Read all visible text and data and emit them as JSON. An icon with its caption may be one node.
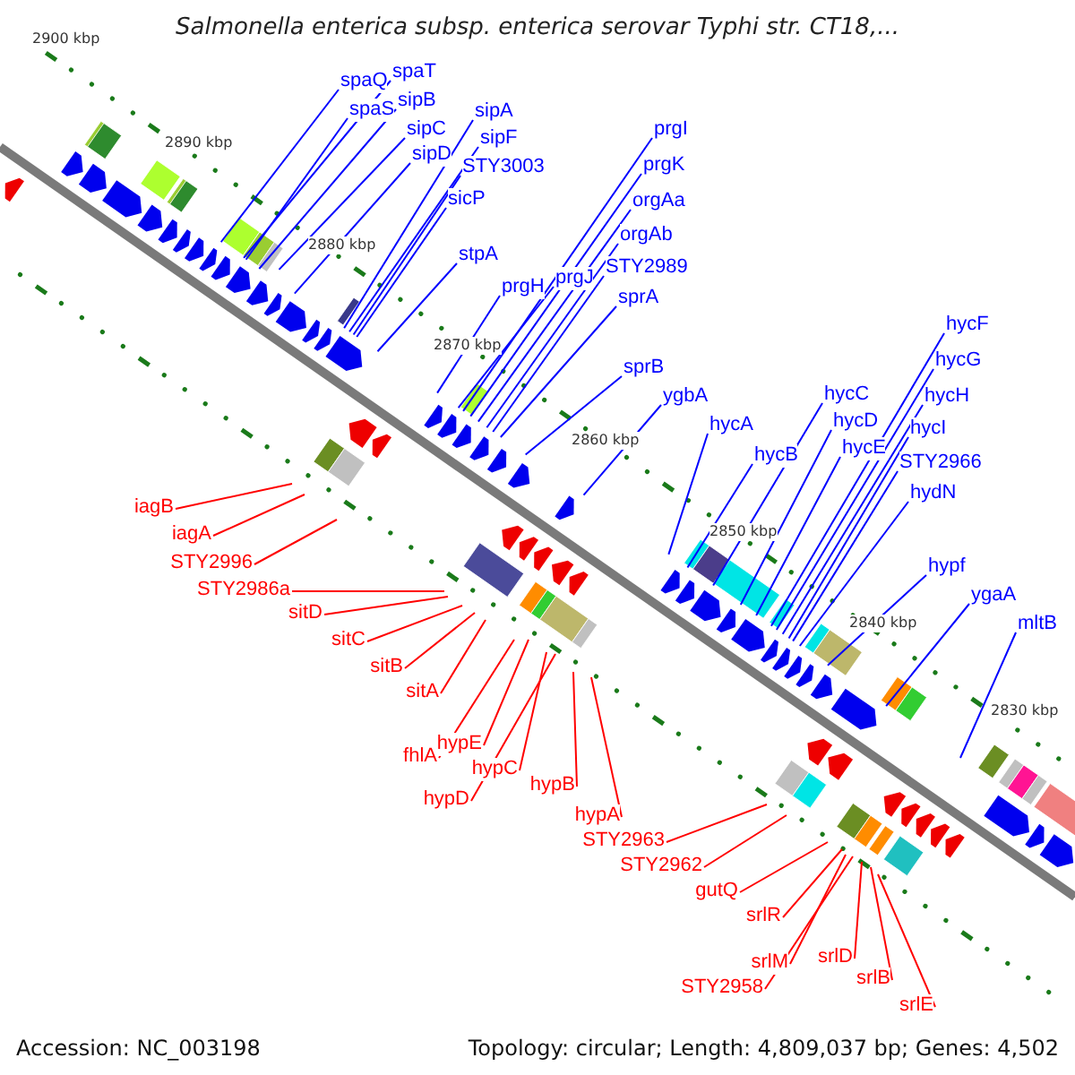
{
  "diagram": {
    "title": "Salmonella enterica subsp. enterica serovar Typhi str. CT18,...",
    "nodes": [
      {
        "text": [
          "spaQ"
        ]
      },
      {
        "text": [
          "spaT"
        ]
      },
      {
        "text": [
          "spaS"
        ]
      },
      {
        "text": [
          "sipB"
        ]
      },
      {
        "text": [
          "sipC"
        ]
      },
      {
        "text": [
          "sipD"
        ]
      },
      {
        "text": [
          "sipA"
        ]
      },
      {
        "text": [
          "sipF"
        ]
      },
      {
        "text": [
          "STY3003"
        ]
      },
      {
        "text": [
          "sicP"
        ]
      },
      {
        "text": [
          "stpA"
        ]
      },
      {
        "text": [
          "prgH"
        ]
      },
      {
        "text": [
          "prgJ"
        ]
      },
      {
        "text": [
          "prgI"
        ]
      },
      {
        "text": [
          "prgK"
        ]
      },
      {
        "text": [
          "orgAa"
        ]
      },
      {
        "text": [
          "orgAb"
        ]
      },
      {
        "text": [
          "STY2989"
        ]
      },
      {
        "text": [
          "sprA"
        ]
      },
      {
        "text": [
          "sprB"
        ]
      },
      {
        "text": [
          "ygbA"
        ]
      },
      {
        "text": [
          "hycA"
        ]
      },
      {
        "text": [
          "hycB"
        ]
      },
      {
        "text": [
          "hycC"
        ]
      },
      {
        "text": [
          "hycD"
        ]
      },
      {
        "text": [
          "hycE"
        ]
      },
      {
        "text": [
          "hycF"
        ]
      },
      {
        "text": [
          "hycG"
        ]
      },
      {
        "text": [
          "hycH"
        ]
      },
      {
        "text": [
          "hycI"
        ]
      },
      {
        "text": [
          "STY2966"
        ]
      },
      {
        "text": [
          "hydN"
        ]
      },
      {
        "text": [
          "hypf"
        ]
      },
      {
        "text": [
          "ygaA"
        ]
      },
      {
        "text": [
          "mltB"
        ]
      },
      {
        "text": [
          "iagB"
        ]
      },
      {
        "text": [
          "iagA"
        ]
      },
      {
        "text": [
          "STY2996"
        ]
      },
      {
        "text": [
          "STY2986a"
        ]
      },
      {
        "text": [
          "sitD"
        ]
      },
      {
        "text": [
          "sitC"
        ]
      },
      {
        "text": [
          "sitB"
        ]
      },
      {
        "text": [
          "sitA"
        ]
      },
      {
        "text": [
          "fhlA"
        ]
      },
      {
        "text": [
          "hypE"
        ]
      },
      {
        "text": [
          "hypC"
        ]
      },
      {
        "text": [
          "hypD"
        ]
      },
      {
        "text": [
          "hypB"
        ]
      },
      {
        "text": [
          "hypA"
        ]
      },
      {
        "text": [
          "STY2963"
        ]
      },
      {
        "text": [
          "STY2962"
        ]
      },
      {
        "text": [
          "gutQ"
        ]
      },
      {
        "text": [
          "srlR"
        ]
      },
      {
        "text": [
          "srlM"
        ]
      },
      {
        "text": [
          "STY2958"
        ]
      },
      {
        "text": [
          "srlD"
        ]
      },
      {
        "text": [
          "srlB"
        ]
      },
      {
        "text": [
          "srlE"
        ]
      }
    ],
    "edges": [
      {
        "from": 0,
        "to": null,
        "arrow": "none"
      },
      {
        "from": 1,
        "to": null,
        "arrow": "none"
      },
      {
        "from": 2,
        "to": null,
        "arrow": "none"
      },
      {
        "from": 3,
        "to": null,
        "arrow": "none"
      },
      {
        "from": 4,
        "to": null,
        "arrow": "none"
      },
      {
        "from": 5,
        "to": null,
        "arrow": "none"
      },
      {
        "from": 6,
        "to": null,
        "arrow": "none"
      },
      {
        "from": 7,
        "to": null,
        "arrow": "none"
      },
      {
        "from": 8,
        "to": null,
        "arrow": "none"
      },
      {
        "from": 9,
        "to": null,
        "arrow": "none"
      },
      {
        "from": 10,
        "to": null,
        "arrow": "none"
      },
      {
        "from": 11,
        "to": null,
        "arrow": "none"
      },
      {
        "from": 12,
        "to": null,
        "arrow": "none"
      },
      {
        "from": 13,
        "to": null,
        "arrow": "none"
      },
      {
        "from": 14,
        "to": null,
        "arrow": "none"
      },
      {
        "from": 15,
        "to": null,
        "arrow": "none"
      },
      {
        "from": 16,
        "to": null,
        "arrow": "none"
      },
      {
        "from": 17,
        "to": null,
        "arrow": "none"
      },
      {
        "from": 18,
        "to": null,
        "arrow": "none"
      },
      {
        "from": 19,
        "to": null,
        "arrow": "none"
      },
      {
        "from": 20,
        "to": null,
        "arrow": "none"
      },
      {
        "from": 21,
        "to": null,
        "arrow": "none"
      },
      {
        "from": 22,
        "to": null,
        "arrow": "none"
      },
      {
        "from": 23,
        "to": null,
        "arrow": "none"
      },
      {
        "from": 24,
        "to": null,
        "arrow": "none"
      },
      {
        "from": 25,
        "to": null,
        "arrow": "none"
      },
      {
        "from": 26,
        "to": null,
        "arrow": "none"
      },
      {
        "from": 27,
        "to": null,
        "arrow": "none"
      },
      {
        "from": 28,
        "to": null,
        "arrow": "none"
      },
      {
        "from": 29,
        "to": null,
        "arrow": "none"
      },
      {
        "from": 30,
        "to": null,
        "arrow": "none"
      },
      {
        "from": 31,
        "to": null,
        "arrow": "none"
      },
      {
        "from": 32,
        "to": null,
        "arrow": "none"
      },
      {
        "from": 33,
        "to": null,
        "arrow": "none"
      },
      {
        "from": 34,
        "to": null,
        "arrow": "none"
      },
      {
        "from": 35,
        "to": null,
        "arrow": "none",
        "color": "#ff0000"
      },
      {
        "from": 36,
        "to": null,
        "arrow": "none",
        "color": "#ff0000"
      },
      {
        "from": 37,
        "to": null,
        "arrow": "none",
        "color": "#ff0000"
      },
      {
        "from": 38,
        "to": null,
        "arrow": "none",
        "color": "#ff0000"
      },
      {
        "from": 39,
        "to": null,
        "arrow": "none",
        "color": "#ff0000"
      },
      {
        "from": 40,
        "to": null,
        "arrow": "none",
        "color": "#ff0000"
      },
      {
        "from": 41,
        "to": null,
        "arrow": "none",
        "color": "#ff0000"
      },
      {
        "from": 42,
        "to": null,
        "arrow": "none",
        "color": "#ff0000"
      },
      {
        "from": 43,
        "to": null,
        "arrow": "none",
        "color": "#ff0000"
      },
      {
        "from": 44,
        "to": null,
        "arrow": "none",
        "color": "#ff0000"
      },
      {
        "from": 45,
        "to": null,
        "arrow": "none",
        "color": "#ff0000"
      },
      {
        "from": 46,
        "to": null,
        "arrow": "none",
        "color": "#ff0000"
      },
      {
        "from": 47,
        "to": null,
        "arrow": "none",
        "color": "#ff0000"
      },
      {
        "from": 48,
        "to": null,
        "arrow": "none",
        "color": "#ff0000"
      },
      {
        "from": 49,
        "to": null,
        "arrow": "none",
        "color": "#ff0000"
      },
      {
        "from": 50,
        "to": null,
        "arrow": "none",
        "color": "#ff0000"
      },
      {
        "from": 51,
        "to": null,
        "arrow": "none",
        "color": "#ff0000"
      },
      {
        "from": 52,
        "to": null,
        "arrow": "none",
        "color": "#ff0000"
      },
      {
        "from": 53,
        "to": null,
        "arrow": "none",
        "color": "#ff0000"
      },
      {
        "from": 54,
        "to": null,
        "arrow": "none",
        "color": "#ff0000"
      },
      {
        "from": 55,
        "to": null,
        "arrow": "none",
        "color": "#ff0000"
      },
      {
        "from": 56,
        "to": null,
        "arrow": "none",
        "color": "#ff0000"
      },
      {
        "from": 57,
        "to": null,
        "arrow": "none",
        "color": "#ff0000"
      }
    ],
    "labels": [
      "2900 kbp",
      "2890 kbp",
      "2880 kbp",
      "2870 kbp",
      "2860 kbp",
      "2850 kbp",
      "2840 kbp",
      "2830 kbp",
      "Accession: NC_003198",
      "Topology: circular; Length: 4,809,037 bp; Genes: 4,502"
    ]
  }
}
